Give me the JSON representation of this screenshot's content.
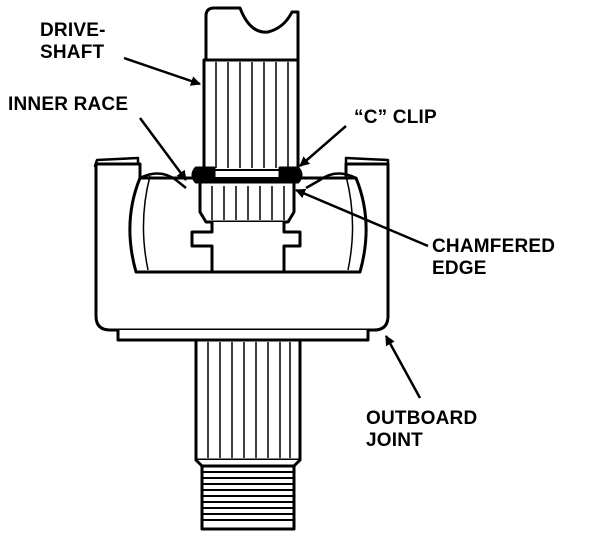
{
  "labels": {
    "driveshaft": {
      "line1": "DRIVE-",
      "line2": "SHAFT"
    },
    "inner_race": "INNER RACE",
    "c_clip": "“C” CLIP",
    "chamfered_edge": {
      "line1": "CHAMFERED",
      "line2": "EDGE"
    },
    "outboard_joint": {
      "line1": "OUTBOARD",
      "line2": "JOINT"
    }
  },
  "colors": {
    "ink": "#000000",
    "paper": "#ffffff"
  }
}
